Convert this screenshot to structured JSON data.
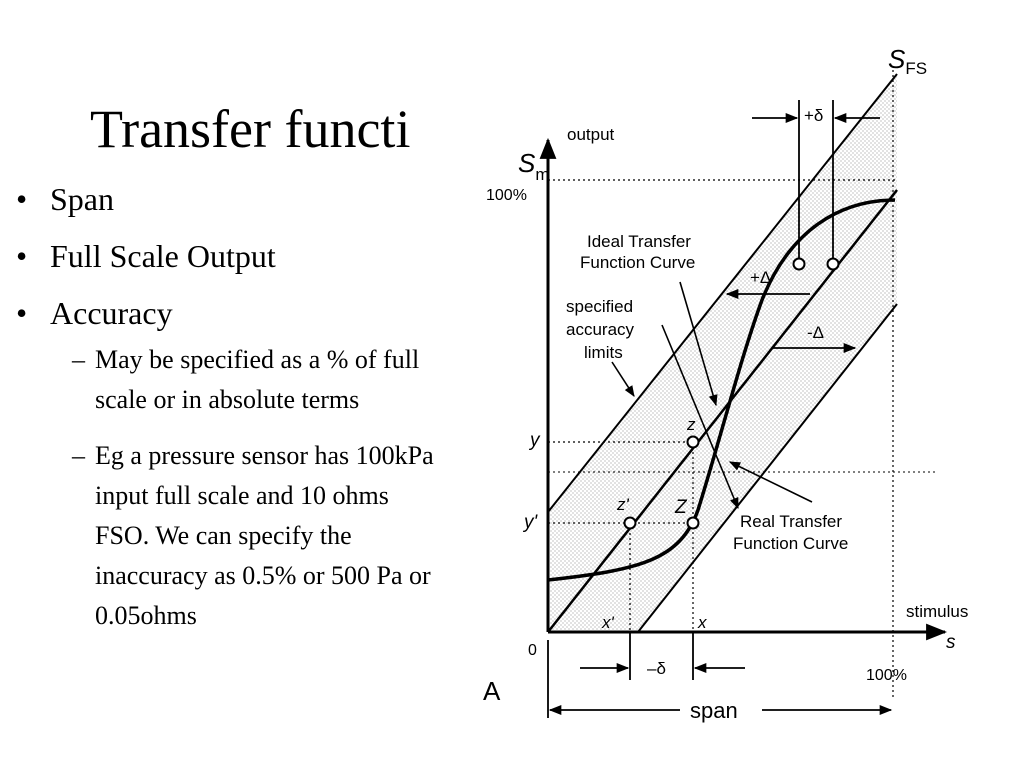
{
  "slide": {
    "title": "Transfer functi",
    "bullets": [
      {
        "marker": "•",
        "text": "Span"
      },
      {
        "marker": "•",
        "text": "Full Scale Output"
      },
      {
        "marker": "•",
        "text": "Accuracy"
      }
    ],
    "sub_bullets": [
      {
        "marker": "–",
        "text": "May be specified as a % of  full scale or in absolute terms"
      },
      {
        "marker": "–",
        "text": "Eg a pressure sensor has 100kPa input full scale and 10 ohms FSO. We can specify the inaccuracy as 0.5% or 500 Pa or 0.05ohms"
      }
    ]
  },
  "figure": {
    "s_fs_main": "S",
    "s_fs_sub": "FS",
    "sm_main": "S",
    "sm_sub": "m",
    "output_label": "output",
    "pct_100_y": "100%",
    "plus_delta_small": "+δ",
    "ideal_curve_label_1": "Ideal Transfer",
    "ideal_curve_label_2": "Function Curve",
    "plus_delta_big": "+Δ",
    "minus_delta_big": "-Δ",
    "accuracy_label_1": "specified",
    "accuracy_label_2": "accuracy",
    "accuracy_label_3": "limits",
    "y_label": "y",
    "y_prime_label": "y'",
    "z_label": "z",
    "z_prime_label": "z'",
    "big_z_label": "Z",
    "real_curve_label_1": "Real Transfer",
    "real_curve_label_2": "Function Curve",
    "stimulus_label": "stimulus",
    "s_axis_label": "s",
    "x_prime_label": "x'",
    "x_label": "x",
    "origin_label": "0",
    "minus_delta_small": "–δ",
    "pct_100_x": "100%",
    "panel_label": "A",
    "span_label": "span"
  }
}
